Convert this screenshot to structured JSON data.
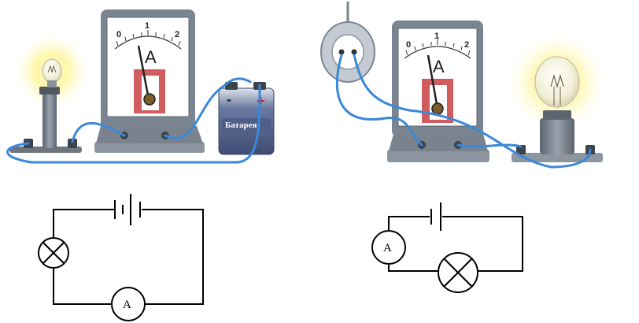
{
  "illustration_left": {
    "ammeter": {
      "unit": "A",
      "scale": [
        "0",
        "1",
        "2"
      ]
    },
    "battery": {
      "label": "Батарея",
      "minus": "-",
      "plus": "+"
    },
    "lamp": {
      "state": "lit"
    }
  },
  "illustration_right": {
    "ammeter": {
      "unit": "A",
      "scale": [
        "0",
        "1",
        "2"
      ]
    },
    "socket": {
      "icon": "wall-socket-icon"
    },
    "lamp": {
      "state": "lit"
    }
  },
  "schematic_left": {
    "ammeter_symbol": "A",
    "lamp_symbol": "lamp-x-icon",
    "source_symbol": "battery-cells-icon"
  },
  "schematic_right": {
    "ammeter_symbol": "A",
    "lamp_symbol": "lamp-x-icon",
    "source_symbol": "cell-icon"
  },
  "colors": {
    "wire": "#3a88d8",
    "meter_body": "#7b8591",
    "battery": "#4f5f88",
    "needle_block": "#d05c60"
  }
}
